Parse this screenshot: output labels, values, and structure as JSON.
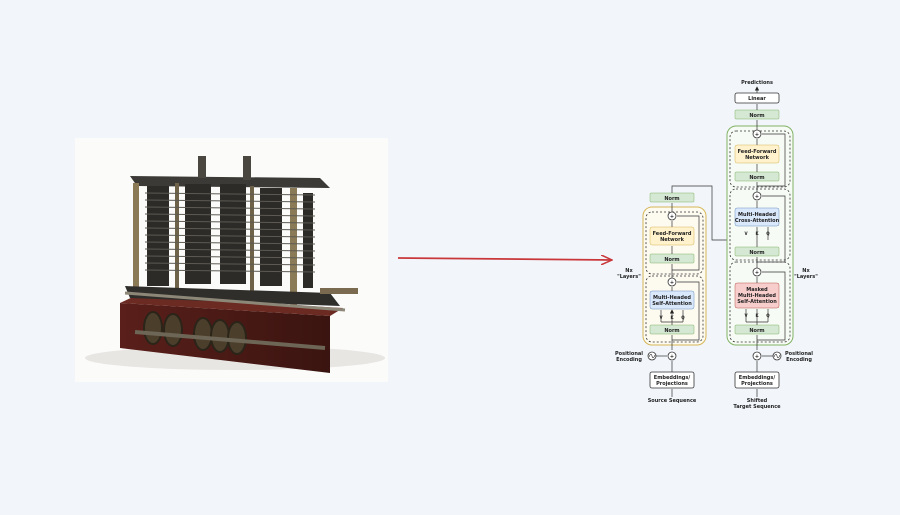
{
  "photo": {
    "subject": "analytical-engine-machine"
  },
  "arrow": {
    "color": "#c9373a"
  },
  "diagram": {
    "predictions": "Predictions",
    "linear": "Linear",
    "norm": "Norm",
    "plus": "+",
    "encoder": {
      "ffn": [
        "Feed-Forward",
        "Network"
      ],
      "attn": [
        "Multi-Headed",
        "Self-Attention"
      ],
      "v": "V",
      "k": "K",
      "q": "Q",
      "nx": [
        "Nx",
        "\"Layers\""
      ],
      "pos": [
        "Positional",
        "Encoding"
      ],
      "emb": [
        "Embeddings/",
        "Projections"
      ],
      "input": "Source Sequence"
    },
    "decoder": {
      "ffn": [
        "Feed-Forward",
        "Network"
      ],
      "cross": [
        "Multi-Headed",
        "Cross-Attention"
      ],
      "masked": [
        "Masked",
        "Multi-Headed",
        "Self-Attention"
      ],
      "v": "V",
      "k": "K",
      "q": "Q",
      "nx": [
        "Nx",
        "\"Layers\""
      ],
      "pos": [
        "Positional",
        "Encoding"
      ],
      "emb": [
        "Embeddings/",
        "Projections"
      ],
      "input": [
        "Shifted",
        "Target Sequence"
      ]
    },
    "colors": {
      "norm": "#d5e8d4",
      "ffn": "#fff2cc",
      "attn": "#dae8fc",
      "masked": "#f8cecc",
      "encoder_border": "#d6b656",
      "decoder_border": "#82b366"
    }
  }
}
